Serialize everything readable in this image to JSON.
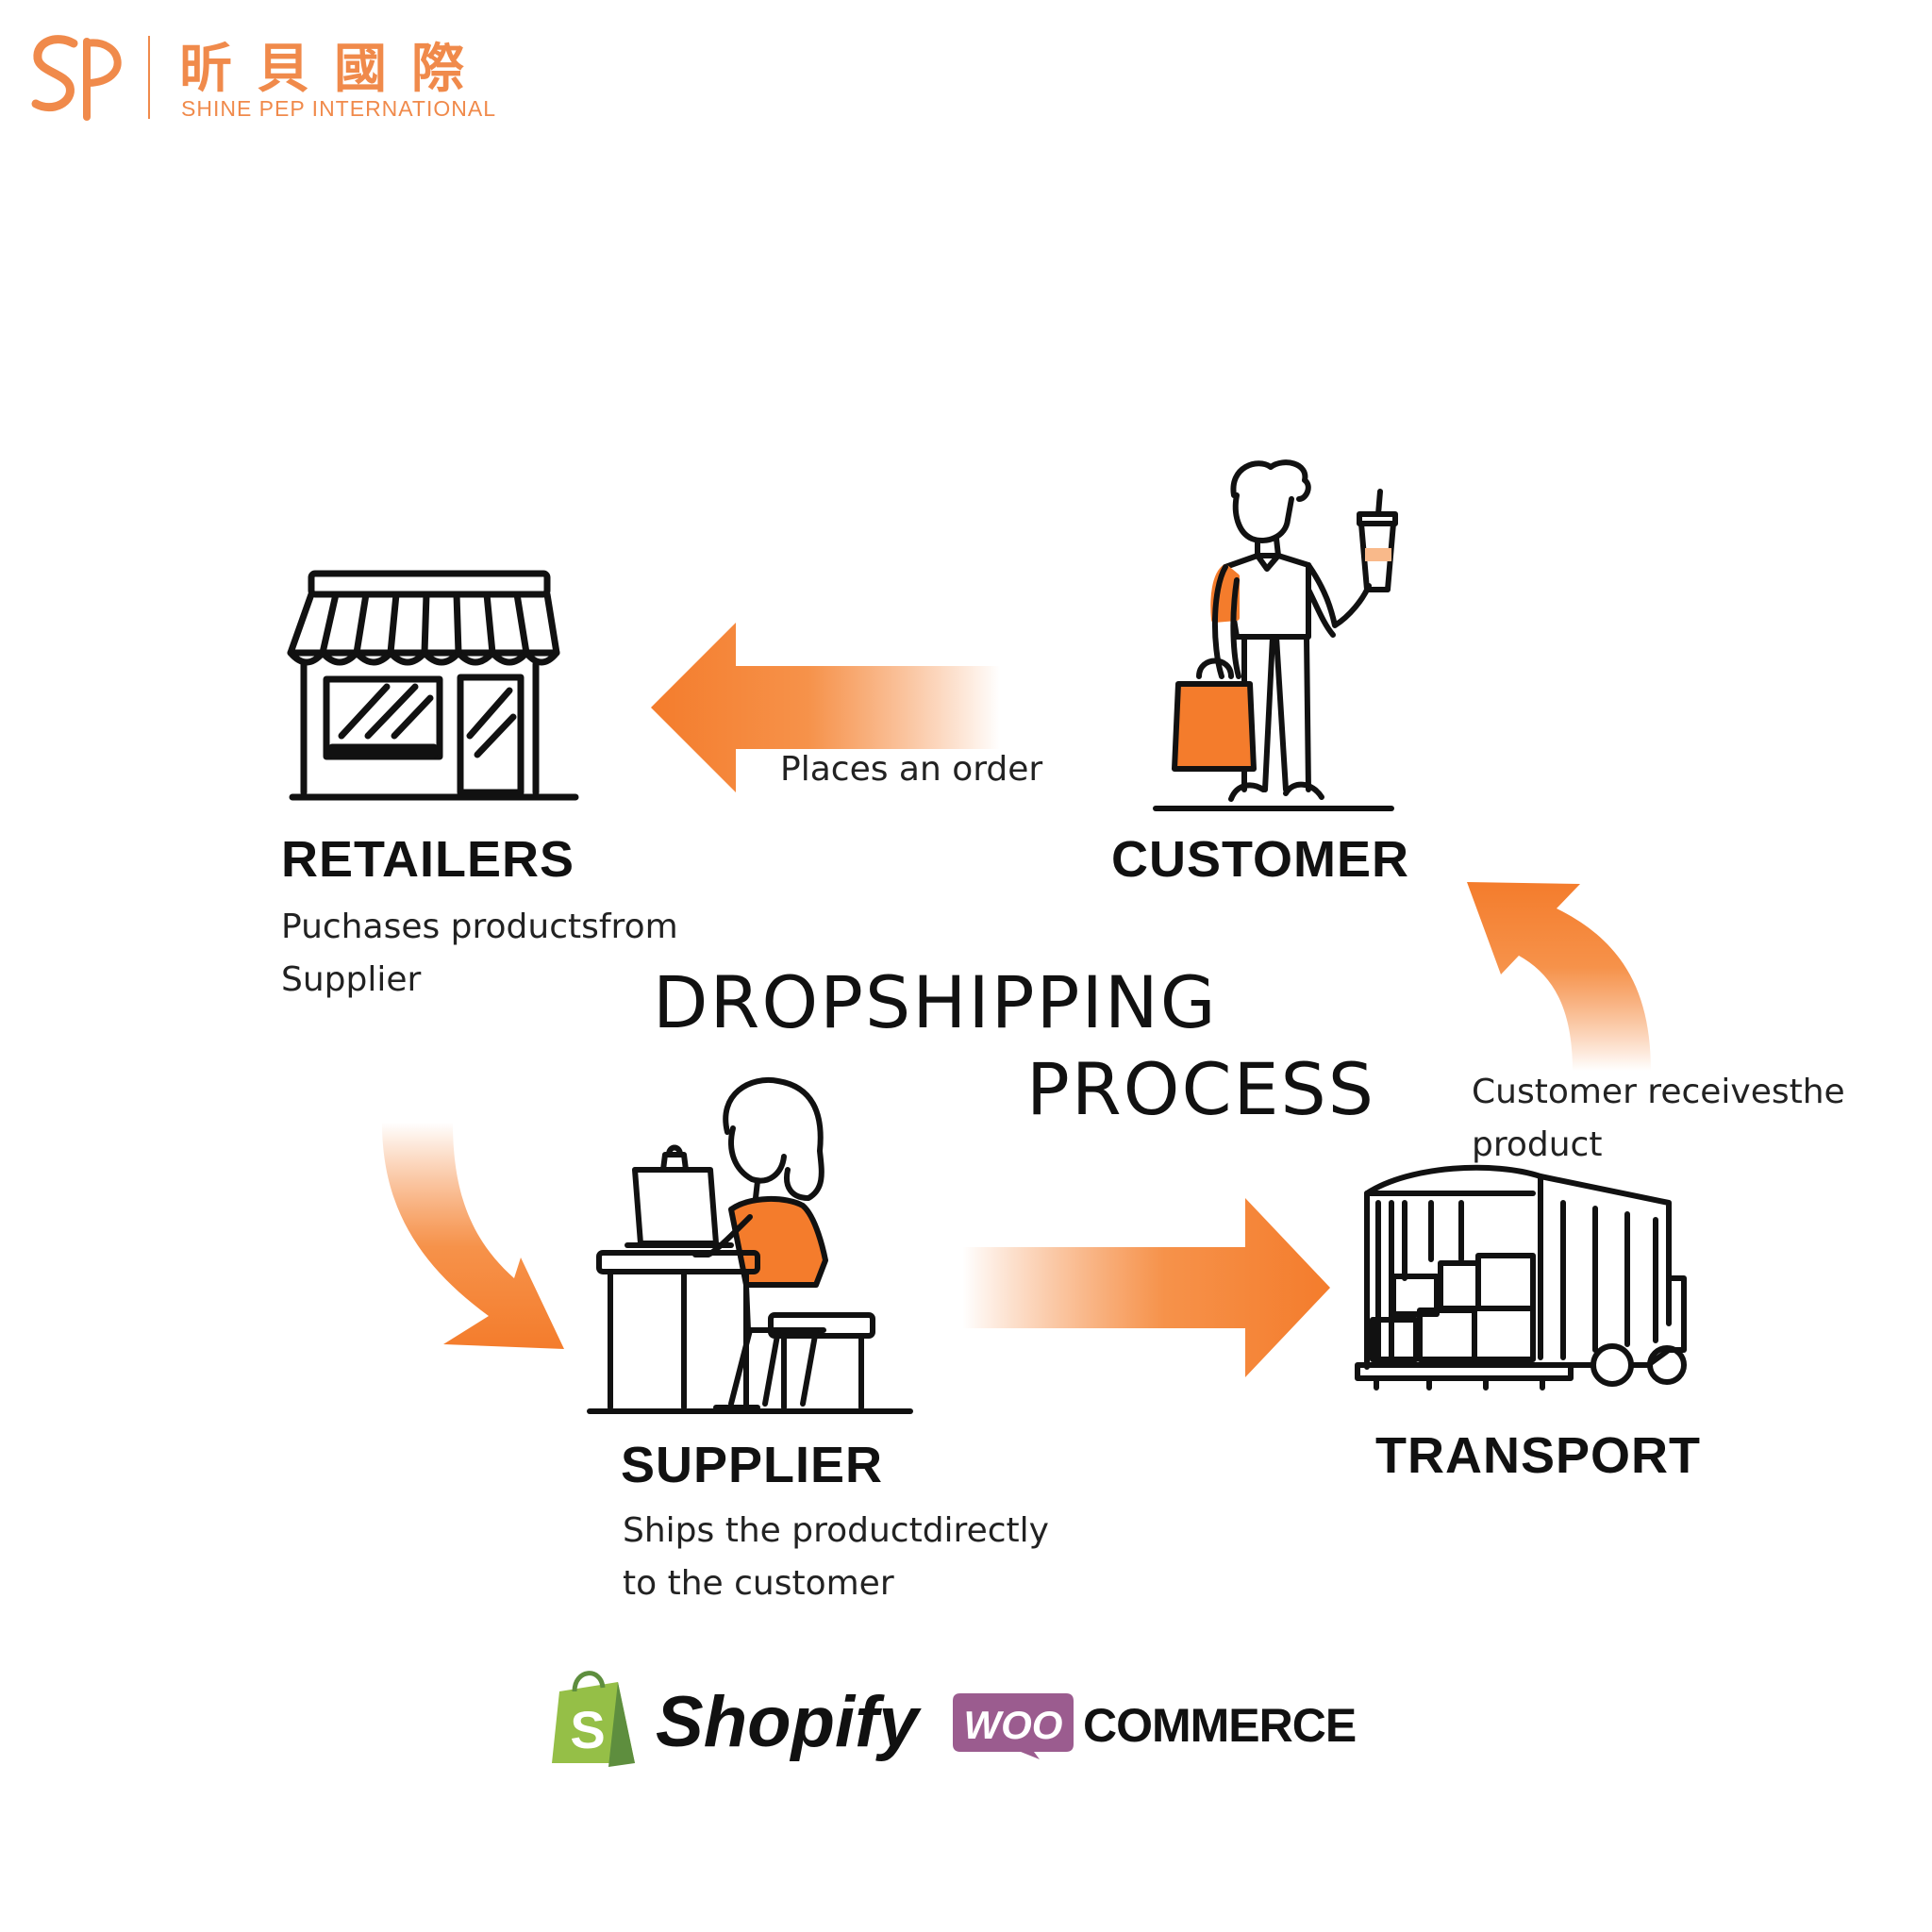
{
  "brand": {
    "monogram": "SP",
    "chinese_name": "昕貝國際",
    "english_name": "SHINE PEP INTERNATIONAL",
    "color": "#f08a4b"
  },
  "title": {
    "line1": "DROPSHIPPING",
    "line2": "PROCESS"
  },
  "nodes": {
    "retailers": {
      "title": "RETAILERS",
      "desc_line1": "Puchases productsfrom",
      "desc_line2": "Supplier",
      "icon": "storefront-icon"
    },
    "customer": {
      "title": "CUSTOMER",
      "icon": "customer-with-bag-icon"
    },
    "supplier": {
      "title": "SUPPLIER",
      "desc_line1": "Ships the productdirectly",
      "desc_line2": "to the customer",
      "icon": "person-at-laptop-icon"
    },
    "transport": {
      "title": "TRANSPORT",
      "icon": "delivery-truck-icon"
    }
  },
  "arrows": {
    "customer_to_retailers": {
      "label": "Places an order"
    },
    "transport_to_customer": {
      "label_line1": "Customer receivesthe",
      "label_line2": "product"
    }
  },
  "platforms": {
    "shopify": {
      "name": "Shopify",
      "icon_letter": "S",
      "color": "#95bf47"
    },
    "woocommerce": {
      "badge": "WOO",
      "name": "COMMERCE",
      "color": "#9b5c8f"
    }
  },
  "colors": {
    "accent": "#f47c2c",
    "ink": "#111111"
  }
}
